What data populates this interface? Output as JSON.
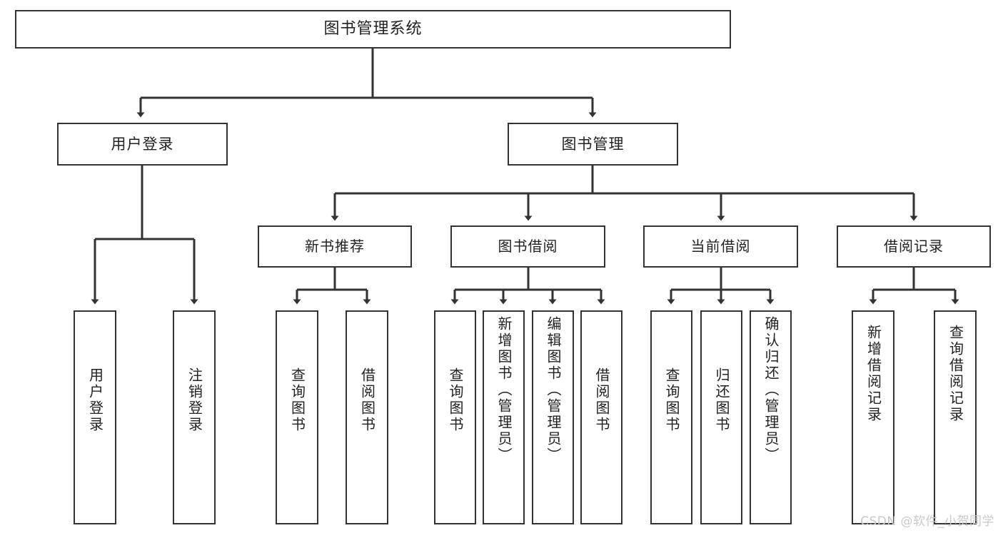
{
  "diagram": {
    "title": "图书管理系统",
    "type": "hierarchy-tree",
    "root": {
      "label": "图书管理系统"
    },
    "level2": [
      {
        "label": "用户登录"
      },
      {
        "label": "图书管理"
      }
    ],
    "level3": [
      {
        "label": "新书推荐"
      },
      {
        "label": "图书借阅"
      },
      {
        "label": "当前借阅"
      },
      {
        "label": "借阅记录"
      }
    ],
    "leaves": {
      "user_login": [
        {
          "label": "用户登录"
        },
        {
          "label": "注销登录"
        }
      ],
      "new_book_recommend": [
        {
          "label": "查询图书"
        },
        {
          "label": "借阅图书"
        }
      ],
      "book_borrow": [
        {
          "label": "查询图书"
        },
        {
          "label": "新增图书（管理员）"
        },
        {
          "label": "编辑图书（管理员）"
        },
        {
          "label": "借阅图书"
        }
      ],
      "current_borrow": [
        {
          "label": "查询图书"
        },
        {
          "label": "归还图书"
        },
        {
          "label": "确认归还（管理员）"
        }
      ],
      "borrow_record": [
        {
          "label": "新增借阅记录"
        },
        {
          "label": "查询借阅记录"
        }
      ]
    },
    "watermark": "CSDN @软件_小贺同学",
    "colors": {
      "box_border": "#333333",
      "box_fill": "#ffffff",
      "text": "#222222",
      "connector": "#333333",
      "watermark": "#c9c9c9",
      "background": "#ffffff"
    }
  }
}
